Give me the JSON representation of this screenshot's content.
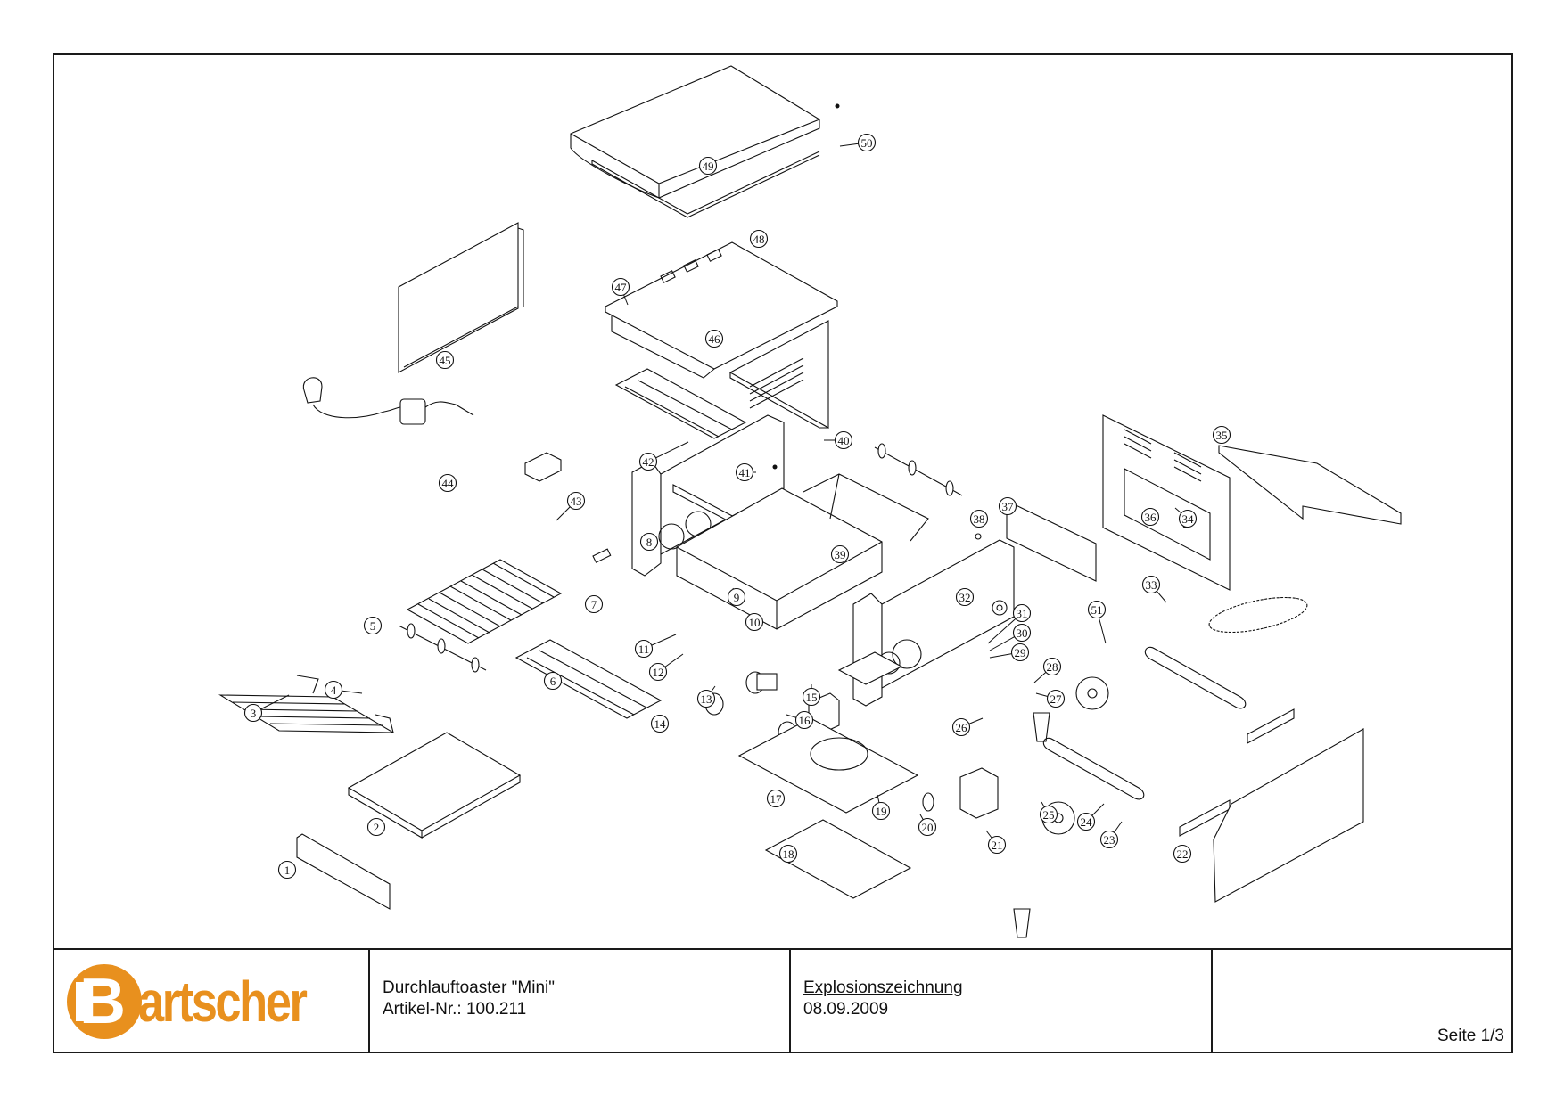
{
  "document": {
    "type": "Explosionszeichnung",
    "brand": {
      "name": "Bartscher",
      "logo_initial": "B",
      "logo_rest": "artscher",
      "color": "#e8901e"
    },
    "product_title": "Durchlauftoaster \"Mini\"",
    "article_number": "Artikel-Nr.: 100.211",
    "drawing_type": "Explosionszeichnung",
    "date": "08.09.2009",
    "page": "Seite 1/3"
  },
  "callouts": [
    {
      "id": "1",
      "label": "1"
    },
    {
      "id": "2",
      "label": "2"
    },
    {
      "id": "3",
      "label": "3"
    },
    {
      "id": "4",
      "label": "4"
    },
    {
      "id": "5",
      "label": "5"
    },
    {
      "id": "6",
      "label": "6"
    },
    {
      "id": "7",
      "label": "7"
    },
    {
      "id": "8",
      "label": "8"
    },
    {
      "id": "9",
      "label": "9"
    },
    {
      "id": "10",
      "label": "10"
    },
    {
      "id": "11",
      "label": "11"
    },
    {
      "id": "12",
      "label": "12"
    },
    {
      "id": "13",
      "label": "13"
    },
    {
      "id": "14",
      "label": "14"
    },
    {
      "id": "15",
      "label": "15"
    },
    {
      "id": "16",
      "label": "16"
    },
    {
      "id": "17",
      "label": "17"
    },
    {
      "id": "18",
      "label": "18"
    },
    {
      "id": "19",
      "label": "19"
    },
    {
      "id": "20",
      "label": "20"
    },
    {
      "id": "21",
      "label": "21"
    },
    {
      "id": "22",
      "label": "22"
    },
    {
      "id": "23",
      "label": "23"
    },
    {
      "id": "24",
      "label": "24"
    },
    {
      "id": "25",
      "label": "25"
    },
    {
      "id": "26",
      "label": "26"
    },
    {
      "id": "27",
      "label": "27"
    },
    {
      "id": "28",
      "label": "28"
    },
    {
      "id": "29",
      "label": "29"
    },
    {
      "id": "30",
      "label": "30"
    },
    {
      "id": "31",
      "label": "31"
    },
    {
      "id": "32",
      "label": "32"
    },
    {
      "id": "33",
      "label": "33"
    },
    {
      "id": "34",
      "label": "34"
    },
    {
      "id": "35",
      "label": "35"
    },
    {
      "id": "36",
      "label": "36"
    },
    {
      "id": "37",
      "label": "37"
    },
    {
      "id": "38",
      "label": "38"
    },
    {
      "id": "39",
      "label": "39"
    },
    {
      "id": "40",
      "label": "40"
    },
    {
      "id": "41",
      "label": "41"
    },
    {
      "id": "42",
      "label": "42"
    },
    {
      "id": "43",
      "label": "43"
    },
    {
      "id": "44",
      "label": "44"
    },
    {
      "id": "45",
      "label": "45"
    },
    {
      "id": "46",
      "label": "46"
    },
    {
      "id": "47",
      "label": "47"
    },
    {
      "id": "48",
      "label": "48"
    },
    {
      "id": "49",
      "label": "49"
    },
    {
      "id": "50",
      "label": "50"
    },
    {
      "id": "51",
      "label": "51"
    }
  ]
}
